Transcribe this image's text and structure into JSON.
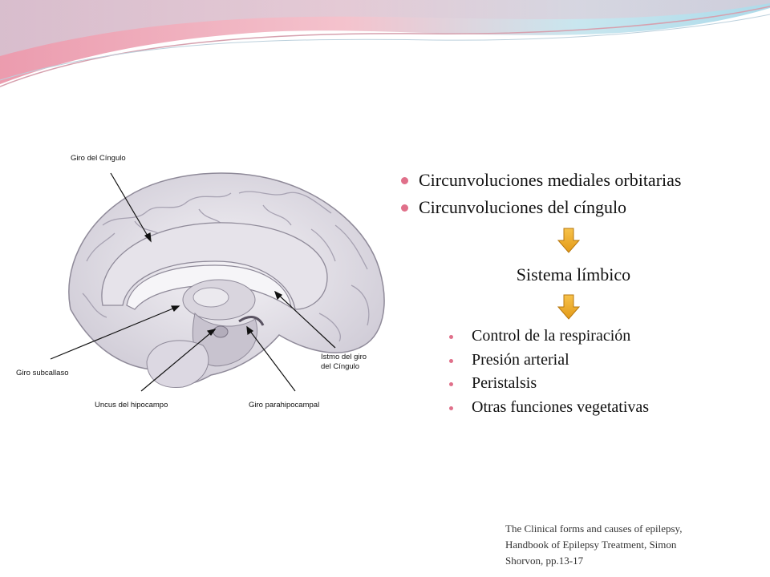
{
  "theme": {
    "accent": "#e0708a",
    "wave_pink": "#e8a0b4",
    "wave_blue": "#a8d8e8"
  },
  "figure": {
    "labels": {
      "cingulate": "Giro del Cíngulo",
      "subcallosal": "Giro subcallaso",
      "uncus": "Uncus del hipocampo",
      "parahippocampal": "Giro parahipocampal",
      "isthmus_line1": "Istmo del giro",
      "isthmus_line2": "del Cíngulo"
    }
  },
  "main_bullets": [
    "Circunvoluciones mediales orbitarias",
    "Circunvoluciones del cíngulo"
  ],
  "limbic_heading": "Sistema límbico",
  "functions": [
    "Control de la respiración",
    "Presión arterial",
    "Peristalsis",
    "Otras funciones vegetativas"
  ],
  "citation": {
    "line1": "The Clinical forms and causes of epilepsy,",
    "line2": "Handbook of Epilepsy Treatment, Simon",
    "line3": "Shorvon, pp.13-17"
  }
}
